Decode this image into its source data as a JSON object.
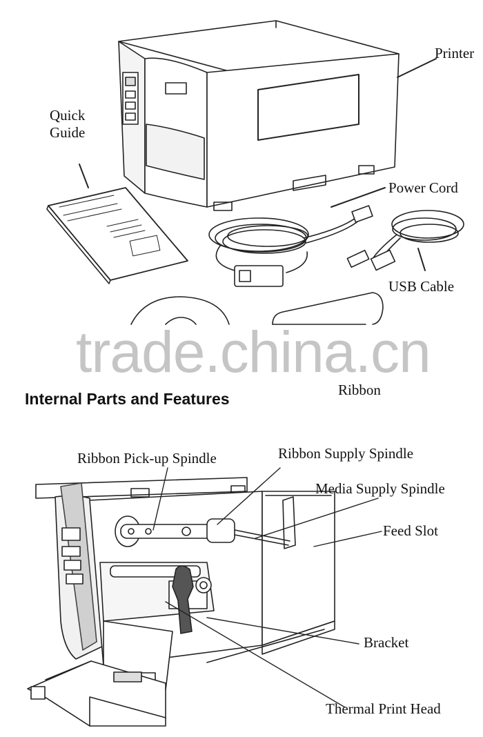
{
  "top_section": {
    "labels": {
      "printer": "Printer",
      "quick_guide": "Quick\nGuide",
      "power_cord": "Power Cord",
      "usb_cable": "USB Cable",
      "ribbon": "Ribbon"
    }
  },
  "internal_section": {
    "heading": "Internal Parts and Features",
    "labels": {
      "ribbon_pickup_spindle": "Ribbon Pick-up Spindle",
      "ribbon_supply_spindle": "Ribbon Supply Spindle",
      "media_supply_spindle": "Media Supply Spindle",
      "feed_slot": "Feed Slot",
      "bracket": "Bracket",
      "thermal_print_head": "Thermal Print Head"
    }
  },
  "watermark": "trade.china.cn"
}
